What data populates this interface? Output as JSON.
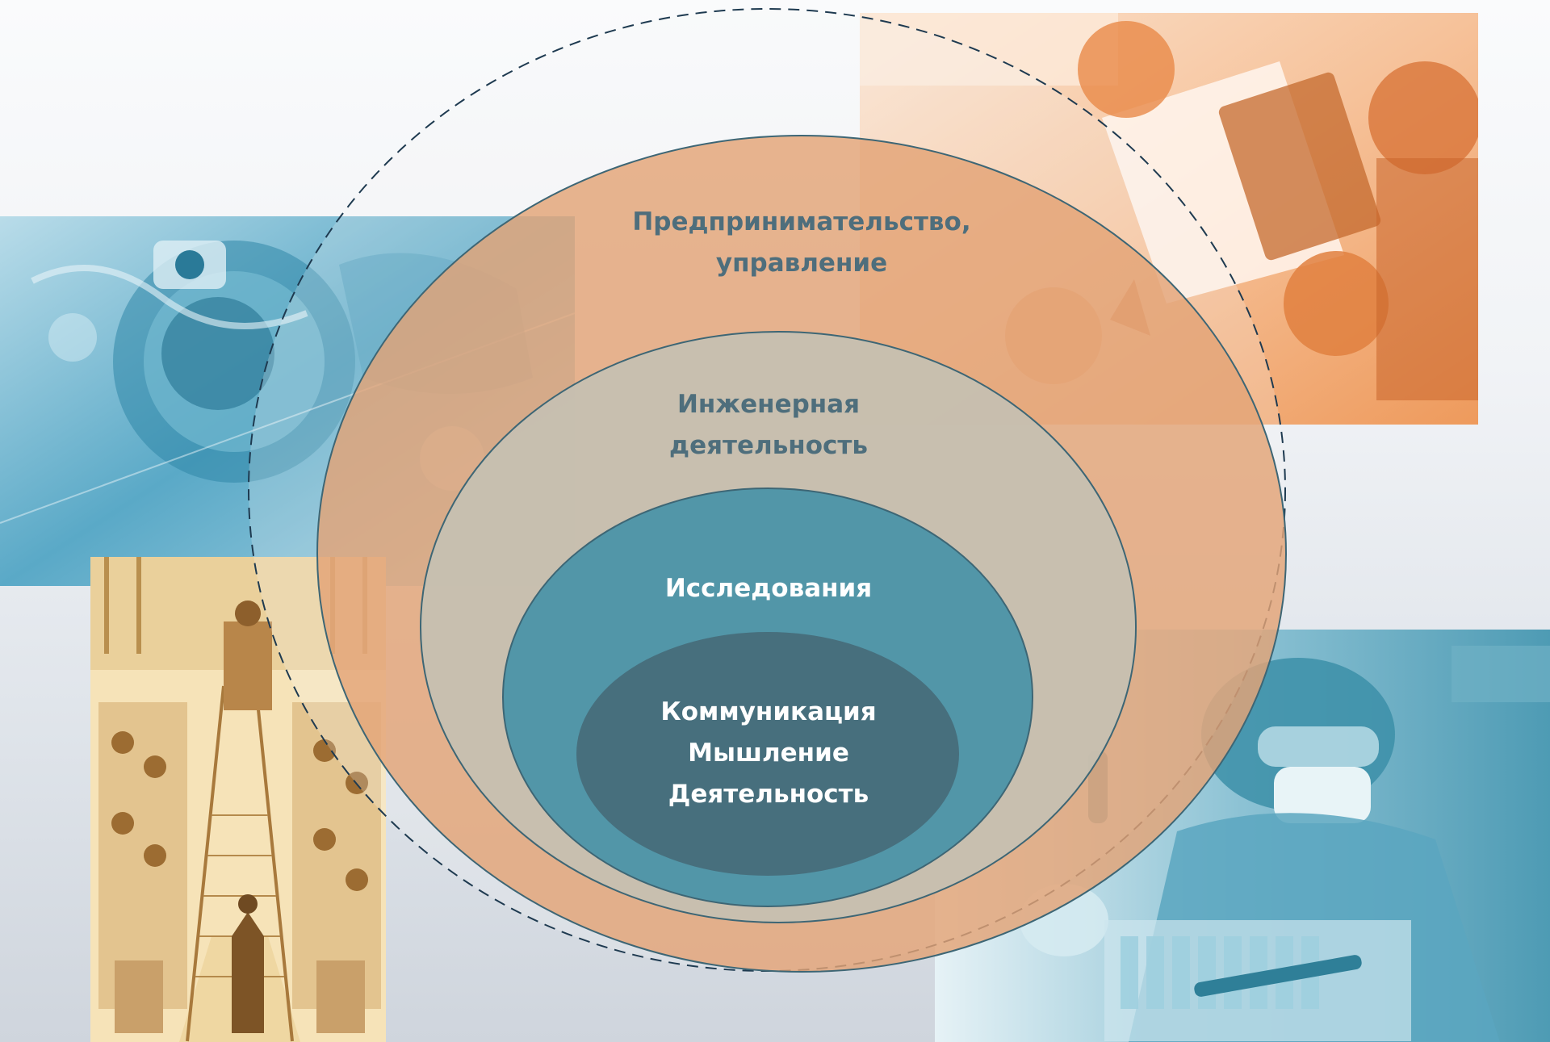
{
  "diagram": {
    "levels": [
      {
        "id": "entrepreneurship",
        "label": "Предпринимательство,\nуправление",
        "fill": "#e3a476",
        "text_color": "#4e6e7c"
      },
      {
        "id": "engineering",
        "label": "Инженерная\nдеятельность",
        "fill": "#c5c0b2",
        "text_color": "#4e6e7c"
      },
      {
        "id": "research",
        "label": "Исследования",
        "fill": "#5296a8",
        "text_color": "#ffffff"
      },
      {
        "id": "core",
        "label": "Коммуникация\nМышление\nДеятельность",
        "fill": "#476f7d",
        "text_color": "#ffffff"
      }
    ],
    "outline_color": "#3d6675",
    "dashed_boundary_color": "#1e3a50"
  },
  "photos": [
    {
      "id": "astronaut",
      "tint": "#4a9ec0"
    },
    {
      "id": "business-meeting",
      "tint": "#f0a266"
    },
    {
      "id": "medieval-lecture",
      "tint": "#e8c98f"
    },
    {
      "id": "laboratory-scientist",
      "tint": "#3c8fa8"
    }
  ]
}
